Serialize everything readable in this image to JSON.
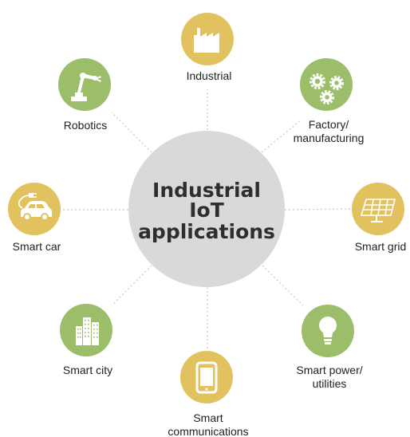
{
  "center": {
    "lines": [
      "Industrial",
      "IoT",
      "applications"
    ],
    "color": "#d9d9d9"
  },
  "colors": {
    "gold": "#e1c25f",
    "green": "#9cbd6a",
    "icon": "#ffffff",
    "connector": "#c8c8c8"
  },
  "nodes": [
    {
      "id": "industrial",
      "lines": [
        "Industrial"
      ],
      "icon": "factory-icon",
      "color": "#e1c25f"
    },
    {
      "id": "factory-manufacturing",
      "lines": [
        "Factory/",
        "manufacturing"
      ],
      "icon": "gears-icon",
      "color": "#9cbd6a"
    },
    {
      "id": "smart-grid",
      "lines": [
        "Smart grid"
      ],
      "icon": "solar-panel-icon",
      "color": "#e1c25f"
    },
    {
      "id": "smart-power-utilities",
      "lines": [
        "Smart power/",
        "utilities"
      ],
      "icon": "lightbulb-icon",
      "color": "#9cbd6a"
    },
    {
      "id": "smart-communications",
      "lines": [
        "Smart",
        "communications"
      ],
      "icon": "smartphone-icon",
      "color": "#e1c25f"
    },
    {
      "id": "smart-city",
      "lines": [
        "Smart city"
      ],
      "icon": "city-buildings-icon",
      "color": "#9cbd6a"
    },
    {
      "id": "smart-car",
      "lines": [
        "Smart car"
      ],
      "icon": "electric-car-icon",
      "color": "#e1c25f"
    },
    {
      "id": "robotics",
      "lines": [
        "Robotics"
      ],
      "icon": "robot-arm-icon",
      "color": "#9cbd6a"
    }
  ]
}
